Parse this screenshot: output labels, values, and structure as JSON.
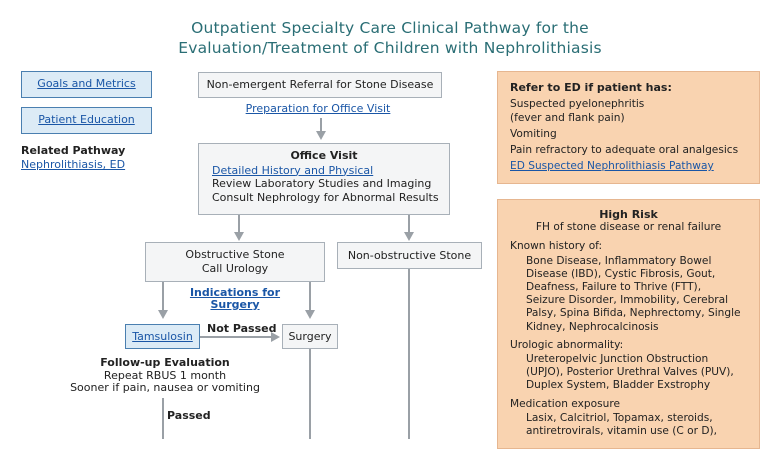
{
  "title": {
    "line1": "Outpatient Specialty Care Clinical Pathway for the",
    "line2": "Evaluation/Treatment of Children with Nephrolithiasis"
  },
  "left": {
    "goals": "Goals and Metrics",
    "education": "Patient Education",
    "related_heading": "Related Pathway",
    "related_link": "Nephrolithiasis, ED"
  },
  "flow": {
    "referral": "Non-emergent Referral for Stone Disease",
    "prep_link": "Preparation for Office Visit",
    "office_title": "Office Visit",
    "office_link": "Detailed History and Physical",
    "office_line2": "Review Laboratory Studies and Imaging",
    "office_line3": "Consult Nephrology for Abnormal Results",
    "obstructive_1": "Obstructive Stone",
    "obstructive_2": "Call Urology",
    "nonobstructive": "Non-obstructive Stone",
    "indications_1": "Indications for",
    "indications_2": "Surgery",
    "tamsulosin": "Tamsulosin",
    "not_passed": "Not Passed",
    "surgery": "Surgery",
    "followup_title": "Follow-up Evaluation",
    "followup_1": "Repeat RBUS 1 month",
    "followup_2": "Sooner if pain, nausea or vomiting",
    "passed": "Passed"
  },
  "ed": {
    "heading": "Refer to ED if patient has:",
    "item1a": "Suspected pyelonephritis",
    "item1b": "(fever and flank pain)",
    "item2": "Vomiting",
    "item3": "Pain refractory to adequate oral analgesics",
    "link": "ED Suspected Nephrolithiasis Pathway"
  },
  "risk": {
    "heading": "High Risk",
    "subheading": "FH of stone disease or renal failure",
    "known_label": "Known history of:",
    "known_lines": [
      "Bone Disease, Inflammatory Bowel",
      "Disease (IBD), Cystic Fibrosis, Gout,",
      "Deafness, Failure to Thrive (FTT),",
      "Seizure Disorder, Immobility, Cerebral",
      "Palsy, Spina Bifida, Nephrectomy, Single",
      "Kidney, Nephrocalcinosis"
    ],
    "uro_label": "Urologic abnormality:",
    "uro_lines": [
      "Ureteropelvic Junction Obstruction",
      "(UPJO), Posterior Urethral Valves (PUV),",
      "Duplex System, Bladder Exstrophy"
    ],
    "med_label": "Medication exposure",
    "med_lines": [
      "Lasix, Calcitriol, Topamax, steroids,",
      "antiretrovirals, vitamin use (C or D),"
    ]
  },
  "colors": {
    "title": "#2a6e75",
    "link": "#1a56a6",
    "orange_bg": "#f9d3b0",
    "button_bg": "#dcebf6",
    "connector": "#9aa0a6"
  }
}
